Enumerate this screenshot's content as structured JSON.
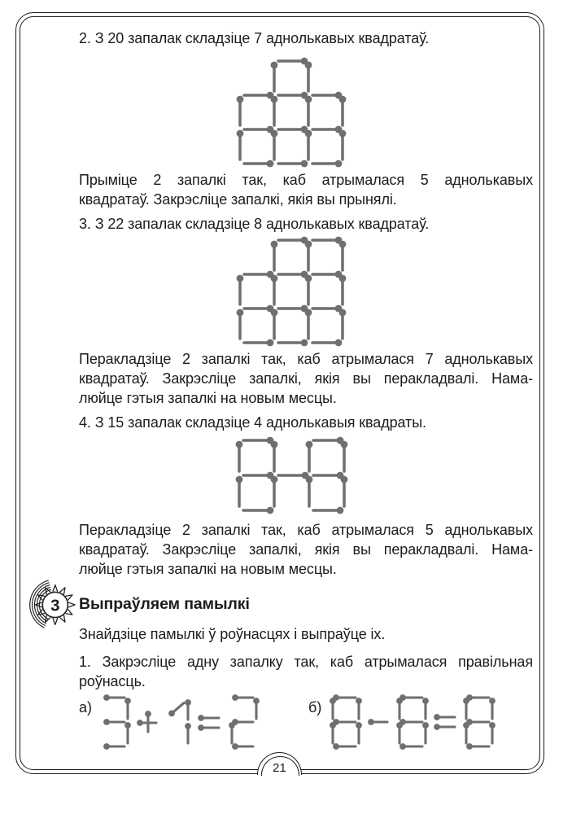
{
  "colors": {
    "match": "#6f6f6f",
    "text": "#1c1c1c",
    "frame": "#1a1a1a"
  },
  "page": {
    "number": "21"
  },
  "section": {
    "badge": "3",
    "title": "Выпраўляем памылкі"
  },
  "equation_labels": {
    "a": "а)",
    "b": "б)"
  },
  "paragraphs": {
    "item2": [
      "2. З 20 запалак складзіце 7 аднолькавых квадратаў."
    ],
    "afterFig1": [
      "Прыміце 2 запалкі так, каб атрымалася 5 аднолькавых",
      "квадратаў. Закрэсліце запалкі, якія вы прынялі."
    ],
    "item3": [
      "3. З 22 запалак складзіце 8 аднолькавых квадратаў."
    ],
    "afterFig2": [
      "Перакладзіце 2 запалкі так, каб атрымалася 7 аднолькавых",
      "квадратаў. Закрэсліце запалкі, якія вы перакладвалі. Нама-",
      "люйце гэтыя запалкі на новым месцы."
    ],
    "item4": [
      "4. З 15 запалак складзіце 4 аднолькавыя квадраты."
    ],
    "afterFig3": [
      "Перакладзіце 2 запалкі так, каб атрымалася 5 аднолькавых",
      "квадратаў. Закрэсліце запалкі, якія вы перакладвалі. Нама-",
      "люйце гэтыя запалкі на новым месцы."
    ],
    "findErrors": [
      "Знайдзіце памылкі ў роўнасцях і выпраўце іх."
    ],
    "item1": [
      "1. Закрэсліце адну запалку так, каб атрымалася правільная",
      "роўнасць."
    ]
  },
  "figures": {
    "fig1": {
      "w": 126,
      "h": 126,
      "pad": 8,
      "inset": 5,
      "sw": 3.5,
      "r": 4.4,
      "matches": [
        [
          42,
          0,
          84,
          0,
          1
        ],
        [
          0,
          42,
          42,
          42,
          1
        ],
        [
          42,
          42,
          84,
          42,
          1
        ],
        [
          84,
          42,
          126,
          42,
          1
        ],
        [
          0,
          84,
          42,
          84,
          1
        ],
        [
          42,
          84,
          84,
          84,
          1
        ],
        [
          84,
          84,
          126,
          84,
          1
        ],
        [
          0,
          126,
          42,
          126,
          1
        ],
        [
          42,
          126,
          84,
          126,
          1
        ],
        [
          84,
          126,
          126,
          126,
          1
        ],
        [
          42,
          0,
          42,
          42,
          0
        ],
        [
          84,
          0,
          84,
          42,
          0
        ],
        [
          0,
          42,
          0,
          84,
          0
        ],
        [
          42,
          42,
          42,
          84,
          0
        ],
        [
          84,
          42,
          84,
          84,
          0
        ],
        [
          126,
          42,
          126,
          84,
          0
        ],
        [
          0,
          84,
          0,
          126,
          0
        ],
        [
          42,
          84,
          42,
          126,
          0
        ],
        [
          84,
          84,
          84,
          126,
          0
        ],
        [
          126,
          84,
          126,
          126,
          0
        ]
      ]
    },
    "fig2": {
      "w": 126,
      "h": 126,
      "pad": 8,
      "inset": 5,
      "sw": 3.5,
      "r": 4.4,
      "matches": [
        [
          42,
          0,
          84,
          0,
          1
        ],
        [
          84,
          0,
          126,
          0,
          1
        ],
        [
          0,
          42,
          42,
          42,
          1
        ],
        [
          42,
          42,
          84,
          42,
          1
        ],
        [
          84,
          42,
          126,
          42,
          1
        ],
        [
          0,
          84,
          42,
          84,
          1
        ],
        [
          42,
          84,
          84,
          84,
          1
        ],
        [
          84,
          84,
          126,
          84,
          1
        ],
        [
          0,
          126,
          42,
          126,
          1
        ],
        [
          42,
          126,
          84,
          126,
          1
        ],
        [
          84,
          126,
          126,
          126,
          1
        ],
        [
          42,
          0,
          42,
          42,
          0
        ],
        [
          84,
          0,
          84,
          42,
          0
        ],
        [
          126,
          0,
          126,
          42,
          0
        ],
        [
          0,
          42,
          0,
          84,
          0
        ],
        [
          42,
          42,
          42,
          84,
          0
        ],
        [
          84,
          42,
          84,
          84,
          0
        ],
        [
          126,
          42,
          126,
          84,
          0
        ],
        [
          0,
          84,
          0,
          126,
          0
        ],
        [
          42,
          84,
          42,
          126,
          0
        ],
        [
          84,
          84,
          84,
          126,
          0
        ],
        [
          126,
          84,
          126,
          126,
          0
        ]
      ]
    },
    "fig3": {
      "w": 129,
      "h": 86,
      "pad": 8,
      "inset": 5,
      "sw": 3.5,
      "r": 4.4,
      "matches": [
        [
          0,
          0,
          43,
          0,
          1
        ],
        [
          86,
          0,
          129,
          0,
          1
        ],
        [
          0,
          43,
          43,
          43,
          1
        ],
        [
          43,
          43,
          86,
          43,
          1
        ],
        [
          86,
          43,
          129,
          43,
          1
        ],
        [
          0,
          86,
          43,
          86,
          1
        ],
        [
          86,
          86,
          129,
          86,
          1
        ],
        [
          0,
          0,
          0,
          43,
          0
        ],
        [
          43,
          0,
          43,
          43,
          0
        ],
        [
          86,
          0,
          86,
          43,
          0
        ],
        [
          129,
          0,
          129,
          43,
          0
        ],
        [
          0,
          43,
          0,
          86,
          0
        ],
        [
          43,
          43,
          43,
          86,
          0
        ],
        [
          86,
          43,
          86,
          86,
          0
        ],
        [
          129,
          43,
          129,
          86,
          0
        ]
      ]
    },
    "eq_a": {
      "w": 188,
      "h": 60,
      "pad": 8,
      "inset": 4,
      "sw": 3.1,
      "r": 3.9,
      "matches": [
        [
          0,
          0,
          30,
          0,
          0
        ],
        [
          30,
          0,
          30,
          30,
          0
        ],
        [
          0,
          30,
          30,
          30,
          0
        ],
        [
          30,
          30,
          30,
          60,
          0
        ],
        [
          0,
          60,
          30,
          60,
          0
        ],
        [
          41,
          31,
          69,
          31,
          0
        ],
        [
          55,
          16,
          55,
          46,
          0
        ],
        [
          81,
          22,
          102,
          4,
          0
        ],
        [
          104,
          2,
          104,
          31,
          0
        ],
        [
          104,
          31,
          104,
          60,
          0
        ],
        [
          116,
          25,
          146,
          25,
          0
        ],
        [
          116,
          37,
          146,
          37,
          0
        ],
        [
          158,
          0,
          188,
          0,
          0
        ],
        [
          188,
          0,
          188,
          30,
          0
        ],
        [
          158,
          30,
          188,
          30,
          0
        ],
        [
          158,
          30,
          158,
          60,
          0
        ],
        [
          158,
          60,
          188,
          60,
          0
        ]
      ]
    },
    "eq_b": {
      "w": 196,
      "h": 60,
      "pad": 8,
      "inset": 4,
      "sw": 3.1,
      "r": 3.9,
      "matches": [
        [
          0,
          0,
          32,
          0,
          0
        ],
        [
          0,
          30,
          32,
          30,
          0
        ],
        [
          0,
          60,
          32,
          60,
          0
        ],
        [
          0,
          0,
          0,
          30,
          0
        ],
        [
          32,
          0,
          32,
          30,
          0
        ],
        [
          0,
          30,
          0,
          60,
          0
        ],
        [
          32,
          30,
          32,
          60,
          0
        ],
        [
          43,
          30,
          71,
          30,
          0
        ],
        [
          82,
          0,
          114,
          0,
          0
        ],
        [
          82,
          30,
          114,
          30,
          0
        ],
        [
          82,
          60,
          114,
          60,
          0
        ],
        [
          82,
          0,
          82,
          30,
          0
        ],
        [
          114,
          0,
          114,
          30,
          0
        ],
        [
          82,
          30,
          82,
          60,
          0
        ],
        [
          114,
          30,
          114,
          60,
          0
        ],
        [
          124,
          24,
          154,
          24,
          0
        ],
        [
          124,
          36,
          154,
          36,
          0
        ],
        [
          164,
          0,
          196,
          0,
          0
        ],
        [
          164,
          30,
          196,
          30,
          0
        ],
        [
          164,
          60,
          196,
          60,
          0
        ],
        [
          164,
          0,
          164,
          30,
          0
        ],
        [
          196,
          0,
          196,
          30,
          0
        ],
        [
          164,
          30,
          164,
          60,
          0
        ],
        [
          196,
          30,
          196,
          60,
          0
        ]
      ]
    }
  }
}
